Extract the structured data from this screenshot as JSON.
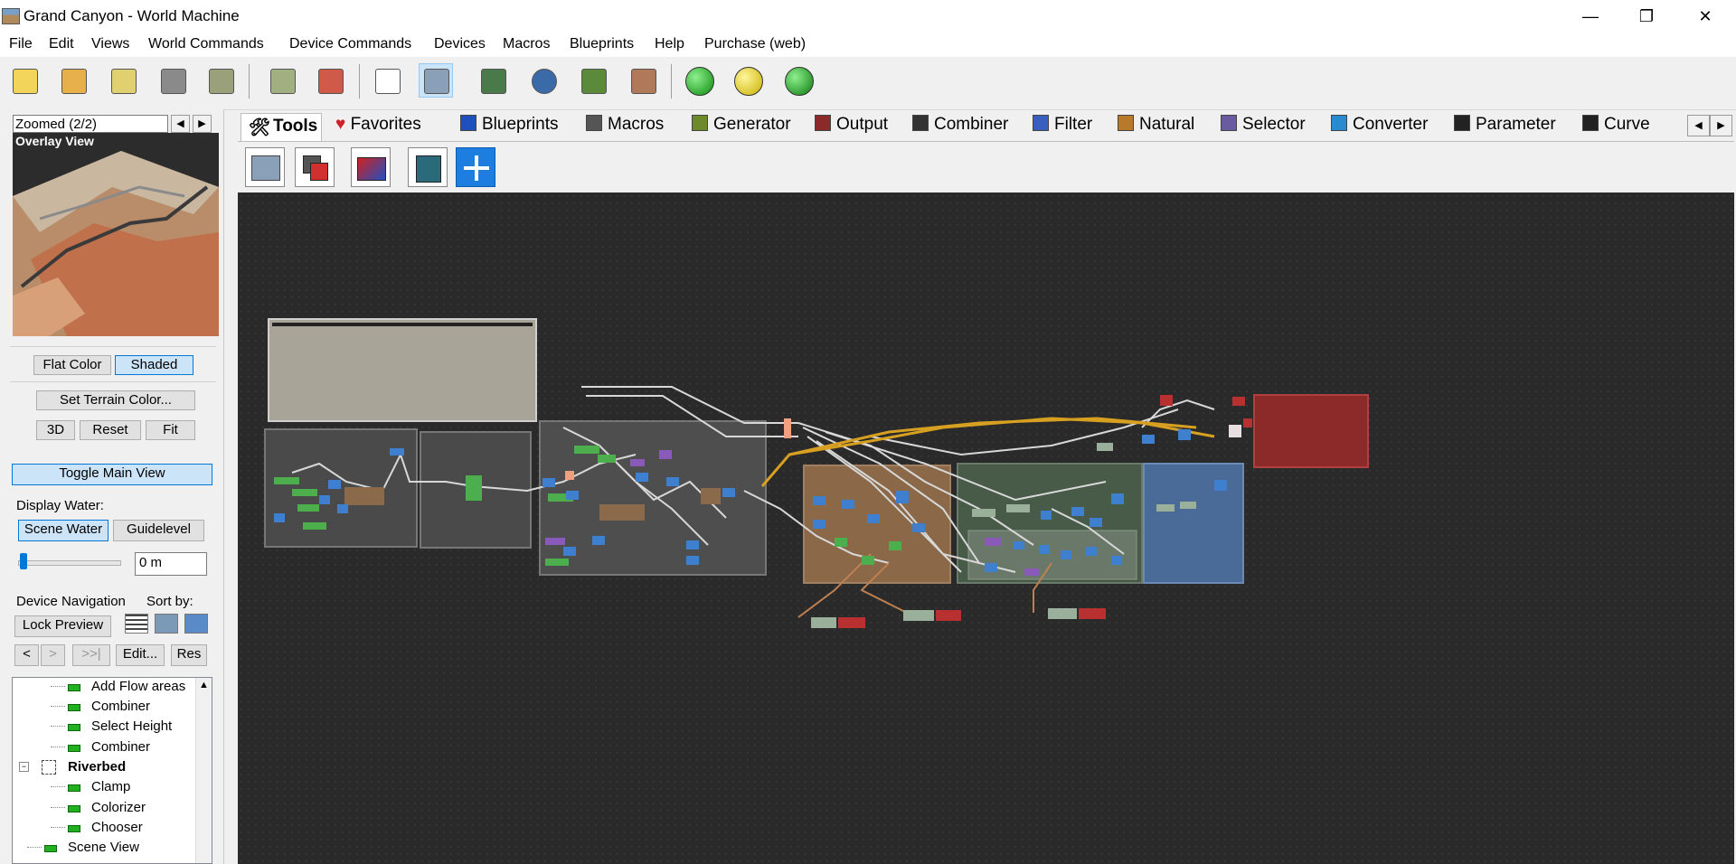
{
  "window": {
    "title": "Grand Canyon - World Machine",
    "controls": {
      "minimize": "—",
      "maximize": "❐",
      "close": "✕"
    }
  },
  "menu": [
    "File",
    "Edit",
    "Views",
    "World Commands",
    "Device Commands",
    "Devices",
    "Macros",
    "Blueprints",
    "Help",
    "Purchase (web)"
  ],
  "toolbar": {
    "icons": [
      "new-world-icon",
      "open-icon",
      "help-icon",
      "save-icon",
      "export-icon",
      "terrain-icon",
      "edit-icon",
      "random-seed-icon",
      "layout-view-icon",
      "tiled-view-icon",
      "world-view-icon",
      "3d-view-icon",
      "texture-view-icon",
      "build-green-icon",
      "build-yellow-icon",
      "build-world-icon"
    ]
  },
  "left_pane": {
    "zoom_label": "Zoomed (2/2)",
    "preview_label": "Overlay View",
    "flat_color": "Flat Color",
    "shaded": "Shaded",
    "set_terrain_color": "Set Terrain Color...",
    "btn_3d": "3D",
    "btn_reset": "Reset",
    "btn_fit": "Fit",
    "toggle_main_view": "Toggle Main View",
    "display_water": "Display Water:",
    "scene_water": "Scene Water",
    "guidelevel": "Guidelevel",
    "water_value": "0 m",
    "device_navigation": "Device Navigation",
    "sort_by": "Sort by:",
    "lock_preview": "Lock Preview",
    "nav_back": "<",
    "nav_fwd": ">",
    "nav_end": ">>|",
    "edit": "Edit...",
    "res": "Res",
    "tree": [
      {
        "label": "Add Flow areas",
        "indent": 2,
        "bold": false
      },
      {
        "label": "Combiner",
        "indent": 2,
        "bold": false
      },
      {
        "label": "Select Height",
        "indent": 2,
        "bold": false
      },
      {
        "label": "Combiner",
        "indent": 2,
        "bold": false
      },
      {
        "label": "Riverbed",
        "indent": 1,
        "bold": true
      },
      {
        "label": "Clamp",
        "indent": 2,
        "bold": false
      },
      {
        "label": "Colorizer",
        "indent": 2,
        "bold": false
      },
      {
        "label": "Chooser",
        "indent": 2,
        "bold": false
      },
      {
        "label": "Scene View",
        "indent": 1,
        "bold": false
      }
    ]
  },
  "tabs": [
    {
      "label": "Tools",
      "icon": "tools-icon",
      "color": "#6a6a6a",
      "active": true
    },
    {
      "label": "Favorites",
      "icon": "heart-icon",
      "color": "#d0202a"
    },
    {
      "label": "Blueprints",
      "icon": "blueprint-icon",
      "color": "#1f4fbf"
    },
    {
      "label": "Macros",
      "icon": "macro-icon",
      "color": "#555555"
    },
    {
      "label": "Generator",
      "icon": "generator-icon",
      "color": "#6d8a2a"
    },
    {
      "label": "Output",
      "icon": "output-icon",
      "color": "#8a2a2a"
    },
    {
      "label": "Combiner",
      "icon": "combiner-icon",
      "color": "#333333"
    },
    {
      "label": "Filter",
      "icon": "filter-icon",
      "color": "#3a5fbf"
    },
    {
      "label": "Natural",
      "icon": "natural-icon",
      "color": "#b87a2a"
    },
    {
      "label": "Selector",
      "icon": "selector-icon",
      "color": "#6a5aa0"
    },
    {
      "label": "Converter",
      "icon": "converter-icon",
      "color": "#2a8ad0"
    },
    {
      "label": "Parameter",
      "icon": "parameter-icon",
      "color": "#222222"
    },
    {
      "label": "Curve",
      "icon": "curve-icon",
      "color": "#222222"
    }
  ],
  "subtools": [
    "layout-tool-icon",
    "group-tool-icon",
    "color-tool-icon",
    "macro-tool-icon",
    "add-device-icon"
  ],
  "colors": {
    "accent": "#0078d7",
    "canvas_bg": "#2a2a2a",
    "node_green": "#4cae4c",
    "node_blue": "#3f7fcf",
    "node_purple": "#8a5ab8",
    "node_red": "#b83030",
    "wire": "#d8d8d8",
    "wire_yellow": "#d8a020"
  }
}
